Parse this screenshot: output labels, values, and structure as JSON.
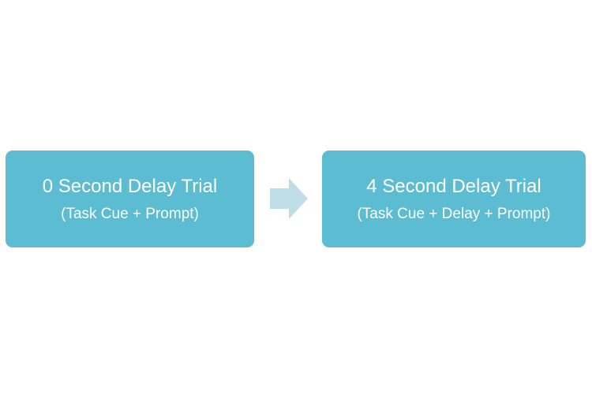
{
  "colors": {
    "box_fill": "#5bbcd2",
    "arrow_fill": "#bfdde6",
    "text": "#ffffff"
  },
  "steps": [
    {
      "title": "0 Second Delay Trial",
      "subtitle": "(Task Cue + Prompt)"
    },
    {
      "title": "4 Second Delay Trial",
      "subtitle": "(Task Cue + Delay + Prompt)"
    }
  ],
  "connector": {
    "icon": "right-arrow-icon"
  }
}
